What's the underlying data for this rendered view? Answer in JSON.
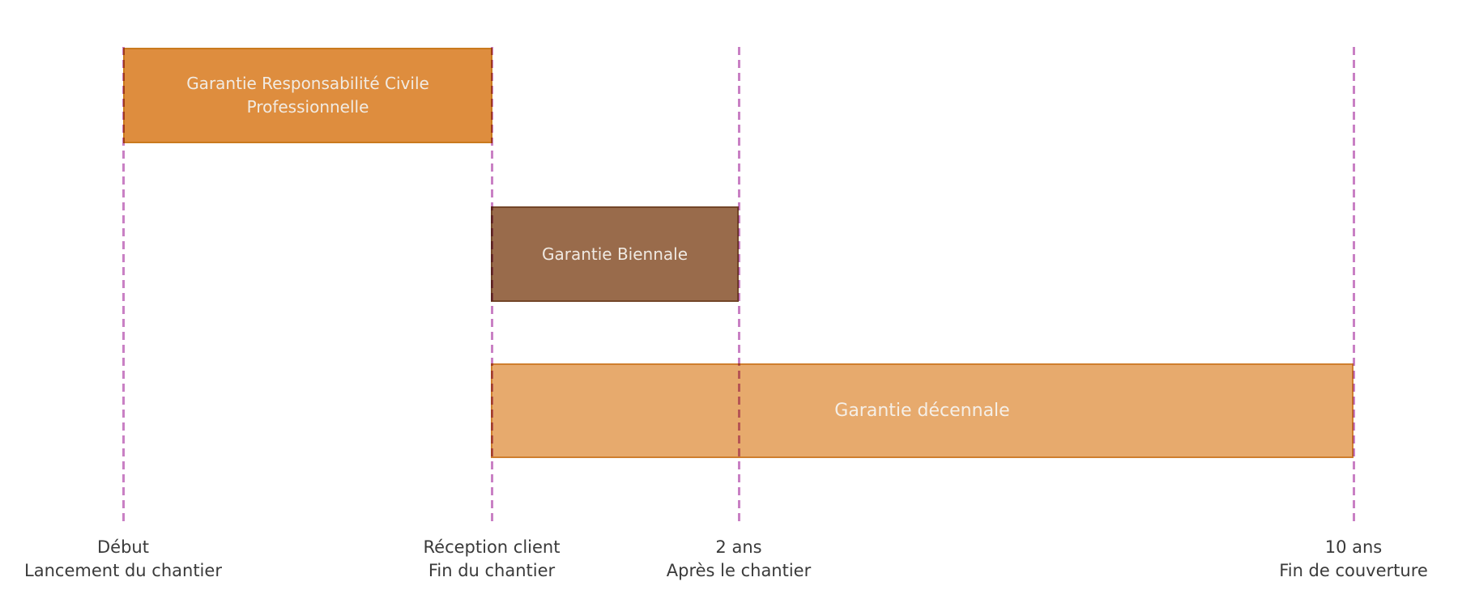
{
  "chart_data": {
    "type": "bar",
    "subtype": "timeline-gantt",
    "title": "",
    "background": "#FFFFFF",
    "gridline_color": "#C980C4",
    "gridline_style": "dashed",
    "axis_label_color": "#3A3A3A",
    "milestones": [
      {
        "line1": "Début",
        "line2": "Lancement du chantier",
        "x_frac": 0.085
      },
      {
        "line1": "Réception client",
        "line2": "Fin du chantier",
        "x_frac": 0.338
      },
      {
        "line1": "2 ans",
        "line2": "Après le chantier",
        "x_frac": 0.507
      },
      {
        "line1": "10 ans",
        "line2": "Fin de couverture",
        "x_frac": 0.929
      }
    ],
    "bars": [
      {
        "label": "Garantie Responsabilité Civile Professionnelle",
        "start_milestone": "Début",
        "end_milestone": "Réception client",
        "row": 0,
        "fill": "#DE8D3E",
        "border": "#CA7A1E",
        "text_color": "#F1EBE3"
      },
      {
        "label": "Garantie Biennale",
        "start_milestone": "Réception client",
        "end_milestone": "2 ans",
        "row": 1,
        "fill": "#996B4B",
        "border": "#734628",
        "text_color": "#EFE9E2"
      },
      {
        "label": "Garantie décennale",
        "start_milestone": "Réception client",
        "end_milestone": "10 ans",
        "row": 2,
        "fill": "#E7AA6D",
        "border": "#CF7E2E",
        "text_color": "#F5EFE7"
      }
    ]
  }
}
